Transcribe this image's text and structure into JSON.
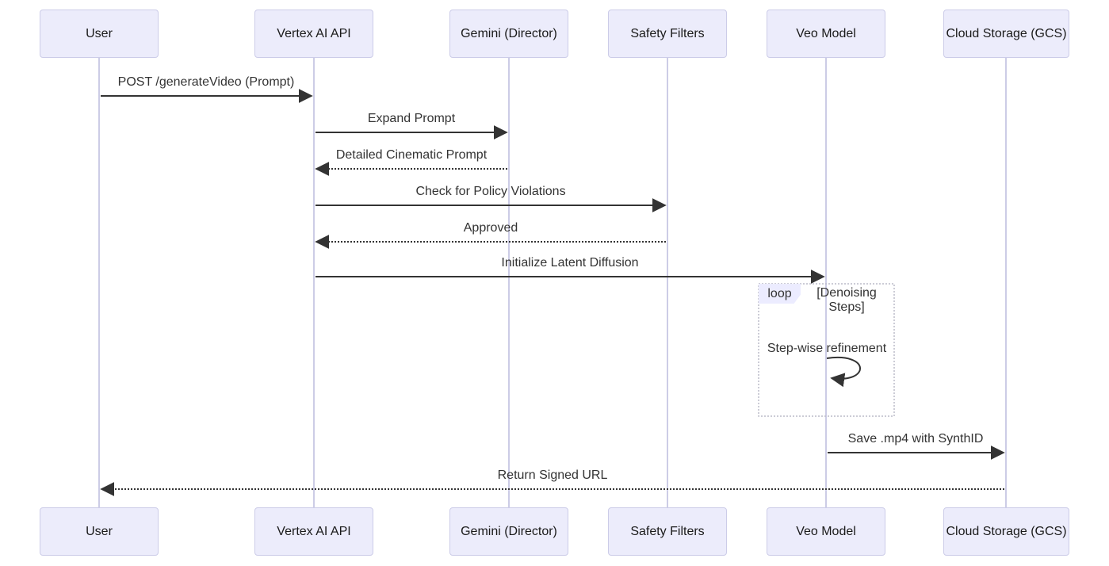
{
  "diagram": {
    "type": "sequence-diagram",
    "background": "#ffffff",
    "colors": {
      "actor_fill": "#ECECFB",
      "actor_border": "#CCCCE8",
      "lifeline": "#CCCCE6",
      "arrow": "#333333",
      "message_text": "#333333",
      "loop_border": "#BBBBC8",
      "loop_label_fill": "#ECECFF"
    }
  },
  "participants": [
    {
      "name": "User"
    },
    {
      "name": "Vertex AI API"
    },
    {
      "name": "Gemini (Director)"
    },
    {
      "name": "Safety Filters"
    },
    {
      "name": "Veo Model"
    },
    {
      "name": "Cloud Storage (GCS)"
    }
  ],
  "messages": [
    {
      "from": "User",
      "to": "Vertex AI API",
      "label": "POST /generateVideo (Prompt)",
      "style": "solid"
    },
    {
      "from": "Vertex AI API",
      "to": "Gemini (Director)",
      "label": "Expand Prompt",
      "style": "solid"
    },
    {
      "from": "Gemini (Director)",
      "to": "Vertex AI API",
      "label": "Detailed Cinematic Prompt",
      "style": "dashed"
    },
    {
      "from": "Vertex AI API",
      "to": "Safety Filters",
      "label": "Check for Policy Violations",
      "style": "solid"
    },
    {
      "from": "Safety Filters",
      "to": "Vertex AI API",
      "label": "Approved",
      "style": "dashed"
    },
    {
      "from": "Vertex AI API",
      "to": "Veo Model",
      "label": "Initialize Latent Diffusion",
      "style": "solid"
    },
    {
      "from": "Veo Model",
      "to": "Veo Model",
      "label": "Step-wise refinement",
      "style": "self-loop"
    },
    {
      "from": "Veo Model",
      "to": "Cloud Storage (GCS)",
      "label": "Save .mp4 with SynthID",
      "style": "solid"
    },
    {
      "from": "Cloud Storage (GCS)",
      "to": "User",
      "label": "Return Signed URL",
      "style": "dashed"
    }
  ],
  "loop": {
    "label": "loop",
    "condition": "[Denoising Steps]"
  }
}
